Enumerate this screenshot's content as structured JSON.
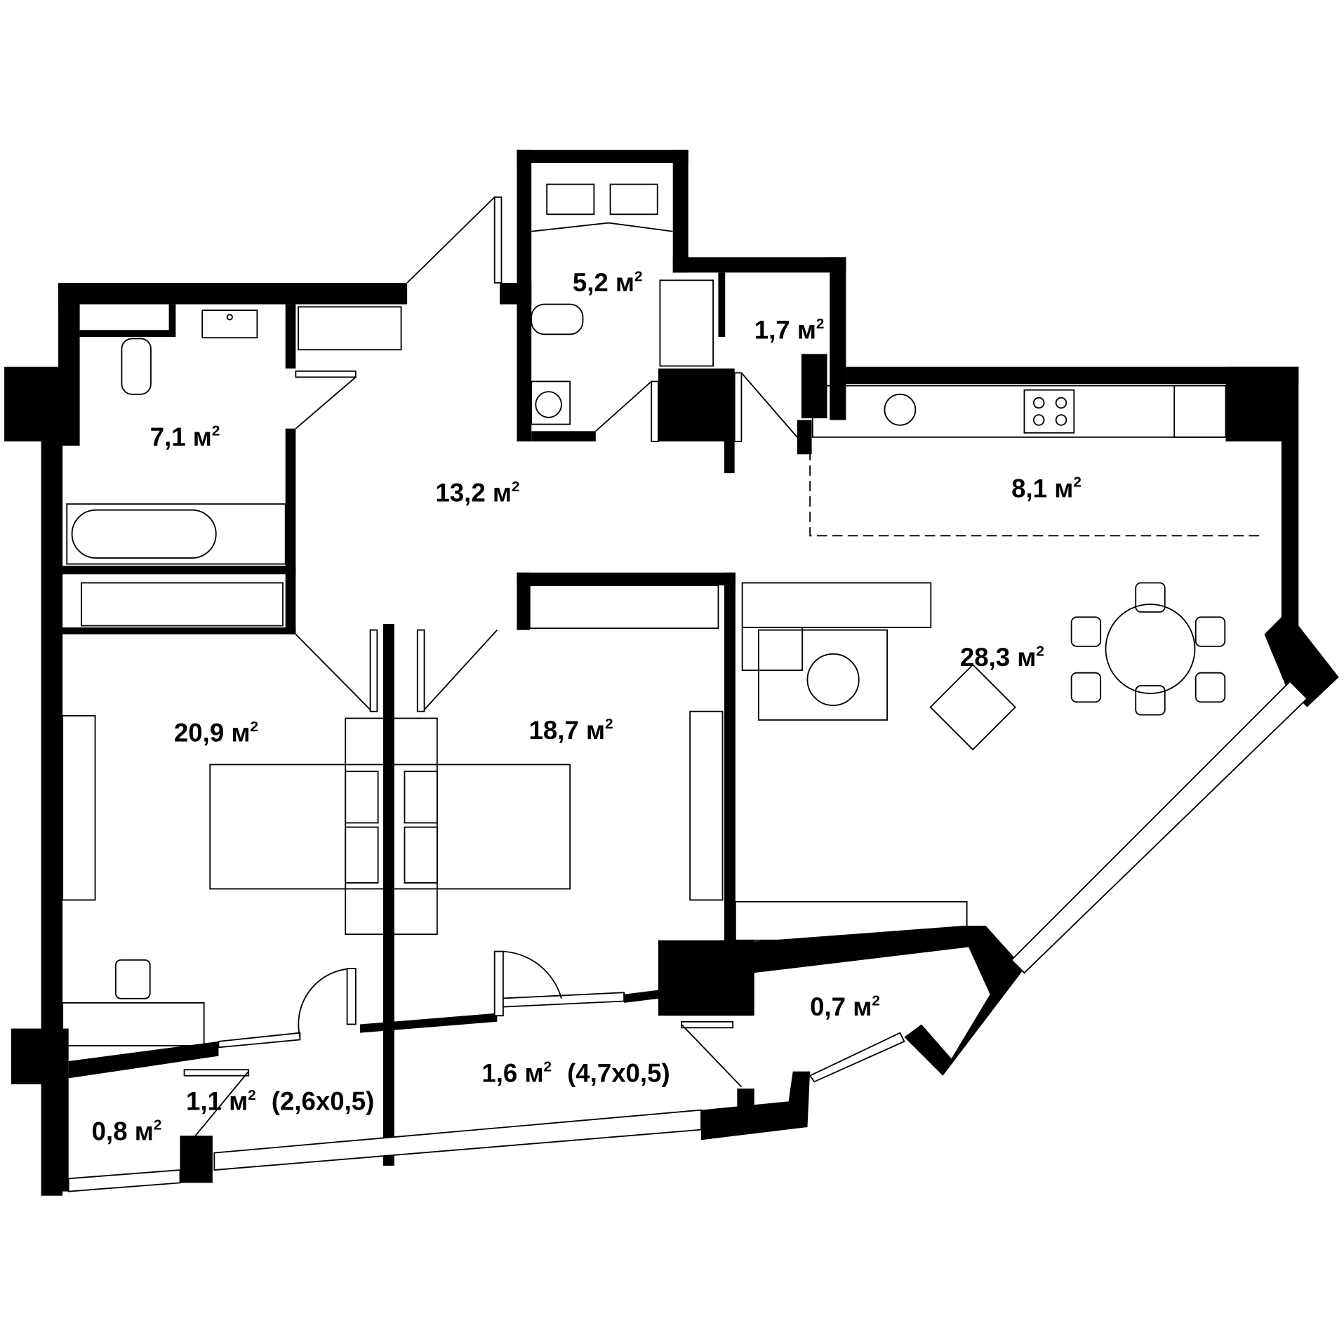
{
  "plan": {
    "sup": "2",
    "rooms": [
      {
        "id": "bathroom-1",
        "area": "7,1 м"
      },
      {
        "id": "bathroom-2",
        "area": "5,2 м"
      },
      {
        "id": "storage",
        "area": "1,7 м"
      },
      {
        "id": "hallway",
        "area": "13,2 м"
      },
      {
        "id": "kitchen",
        "area": "8,1 м"
      },
      {
        "id": "living-room",
        "area": "28,3 м"
      },
      {
        "id": "bedroom-1",
        "area": "20,9 м"
      },
      {
        "id": "bedroom-2",
        "area": "18,7 м"
      },
      {
        "id": "balcony-small",
        "area": "0,7 м"
      },
      {
        "id": "balcony-1",
        "area": "1,6 м",
        "dims": "(4,7x0,5)"
      },
      {
        "id": "balcony-2",
        "area": "1,1 м",
        "dims": "(2,6x0,5)"
      },
      {
        "id": "balcony-corner",
        "area": "0,8 м"
      }
    ]
  }
}
